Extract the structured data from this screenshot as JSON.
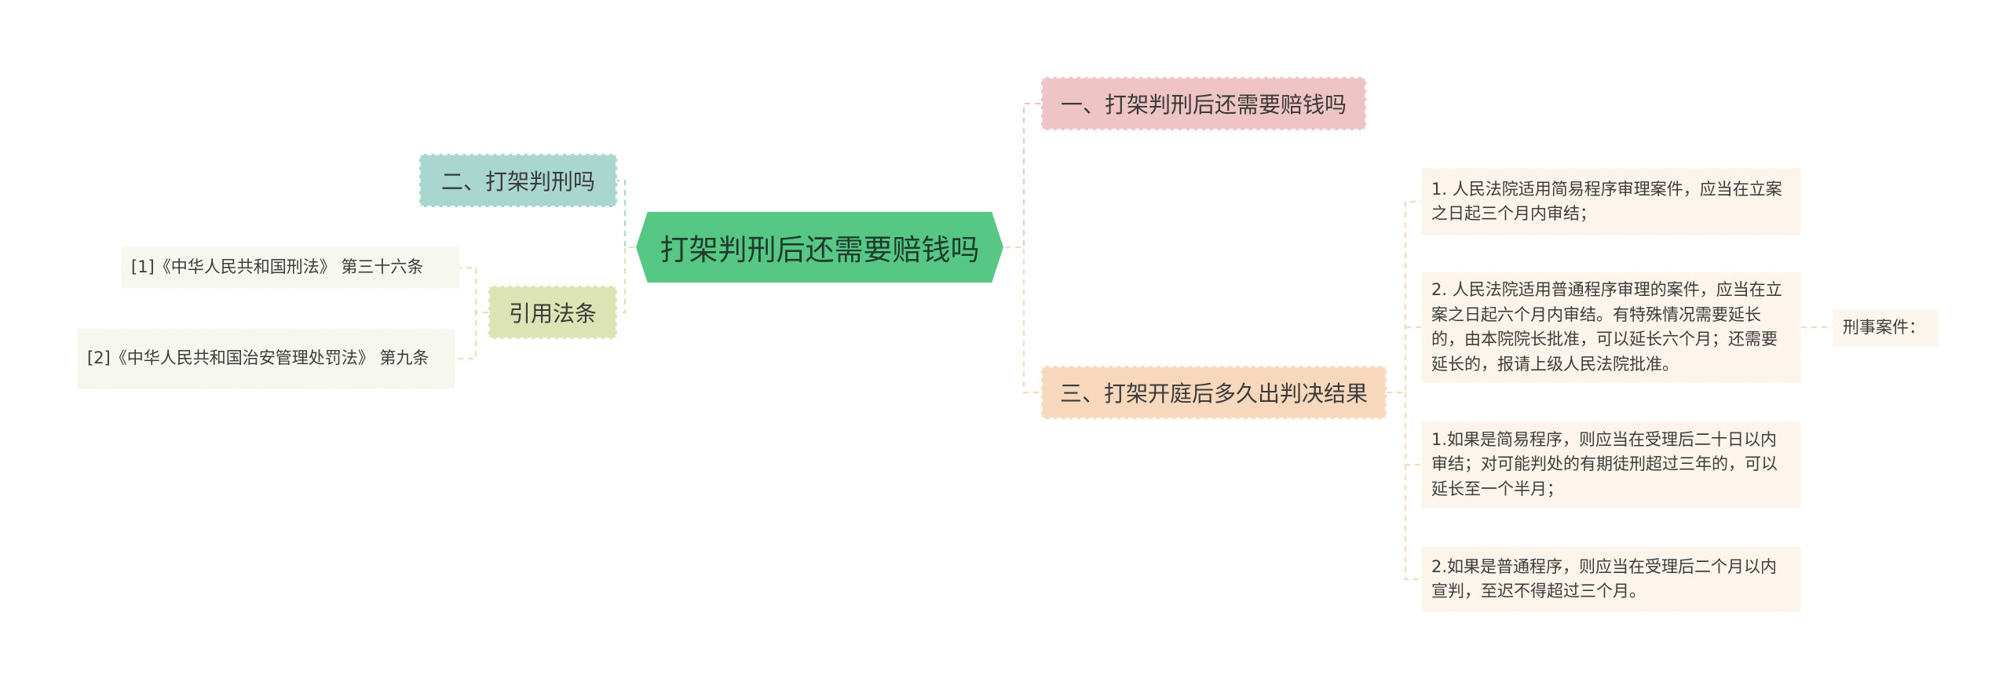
{
  "root": {
    "label": "打架判刑后还需要赔钱吗"
  },
  "branches": {
    "q2": {
      "label": "二、打架判刑吗"
    },
    "cite": {
      "label": "引用法条"
    },
    "q1": {
      "label": "一、打架判刑后还需要赔钱吗"
    },
    "q3": {
      "label": "三、打架开庭后多久出判决结果"
    }
  },
  "laws": [
    {
      "text": "[1]《中华人民共和国刑法》 第三十六条"
    },
    {
      "text": "[2]《中华人民共和国治安管理处罚法》 第九条"
    }
  ],
  "timelines": [
    {
      "text": "1. 人民法院适用简易程序审理案件，应当在立案之日起三个月内审结；"
    },
    {
      "text": "2. 人民法院适用普通程序审理的案件，应当在立案之日起六个月内审结。有特殊情况需要延长的，由本院院长批准，可以延长六个月；还需要延长的，报请上级人民法院批准。"
    },
    {
      "text": "1.如果是简易程序，则应当在受理后二十日以内审结；对可能判处的有期徒刑超过三年的，可以延长至一个半月；"
    },
    {
      "text": "2.如果是普通程序，则应当在受理后二个月以内宣判，至迟不得超过三个月。"
    }
  ],
  "sub": {
    "text": "刑事案件："
  },
  "colors": {
    "root": "#57c785",
    "teal": "#a9d6cf",
    "olive": "#dce3b4",
    "pink": "#eec4c4",
    "peach": "#f7d8bc"
  }
}
